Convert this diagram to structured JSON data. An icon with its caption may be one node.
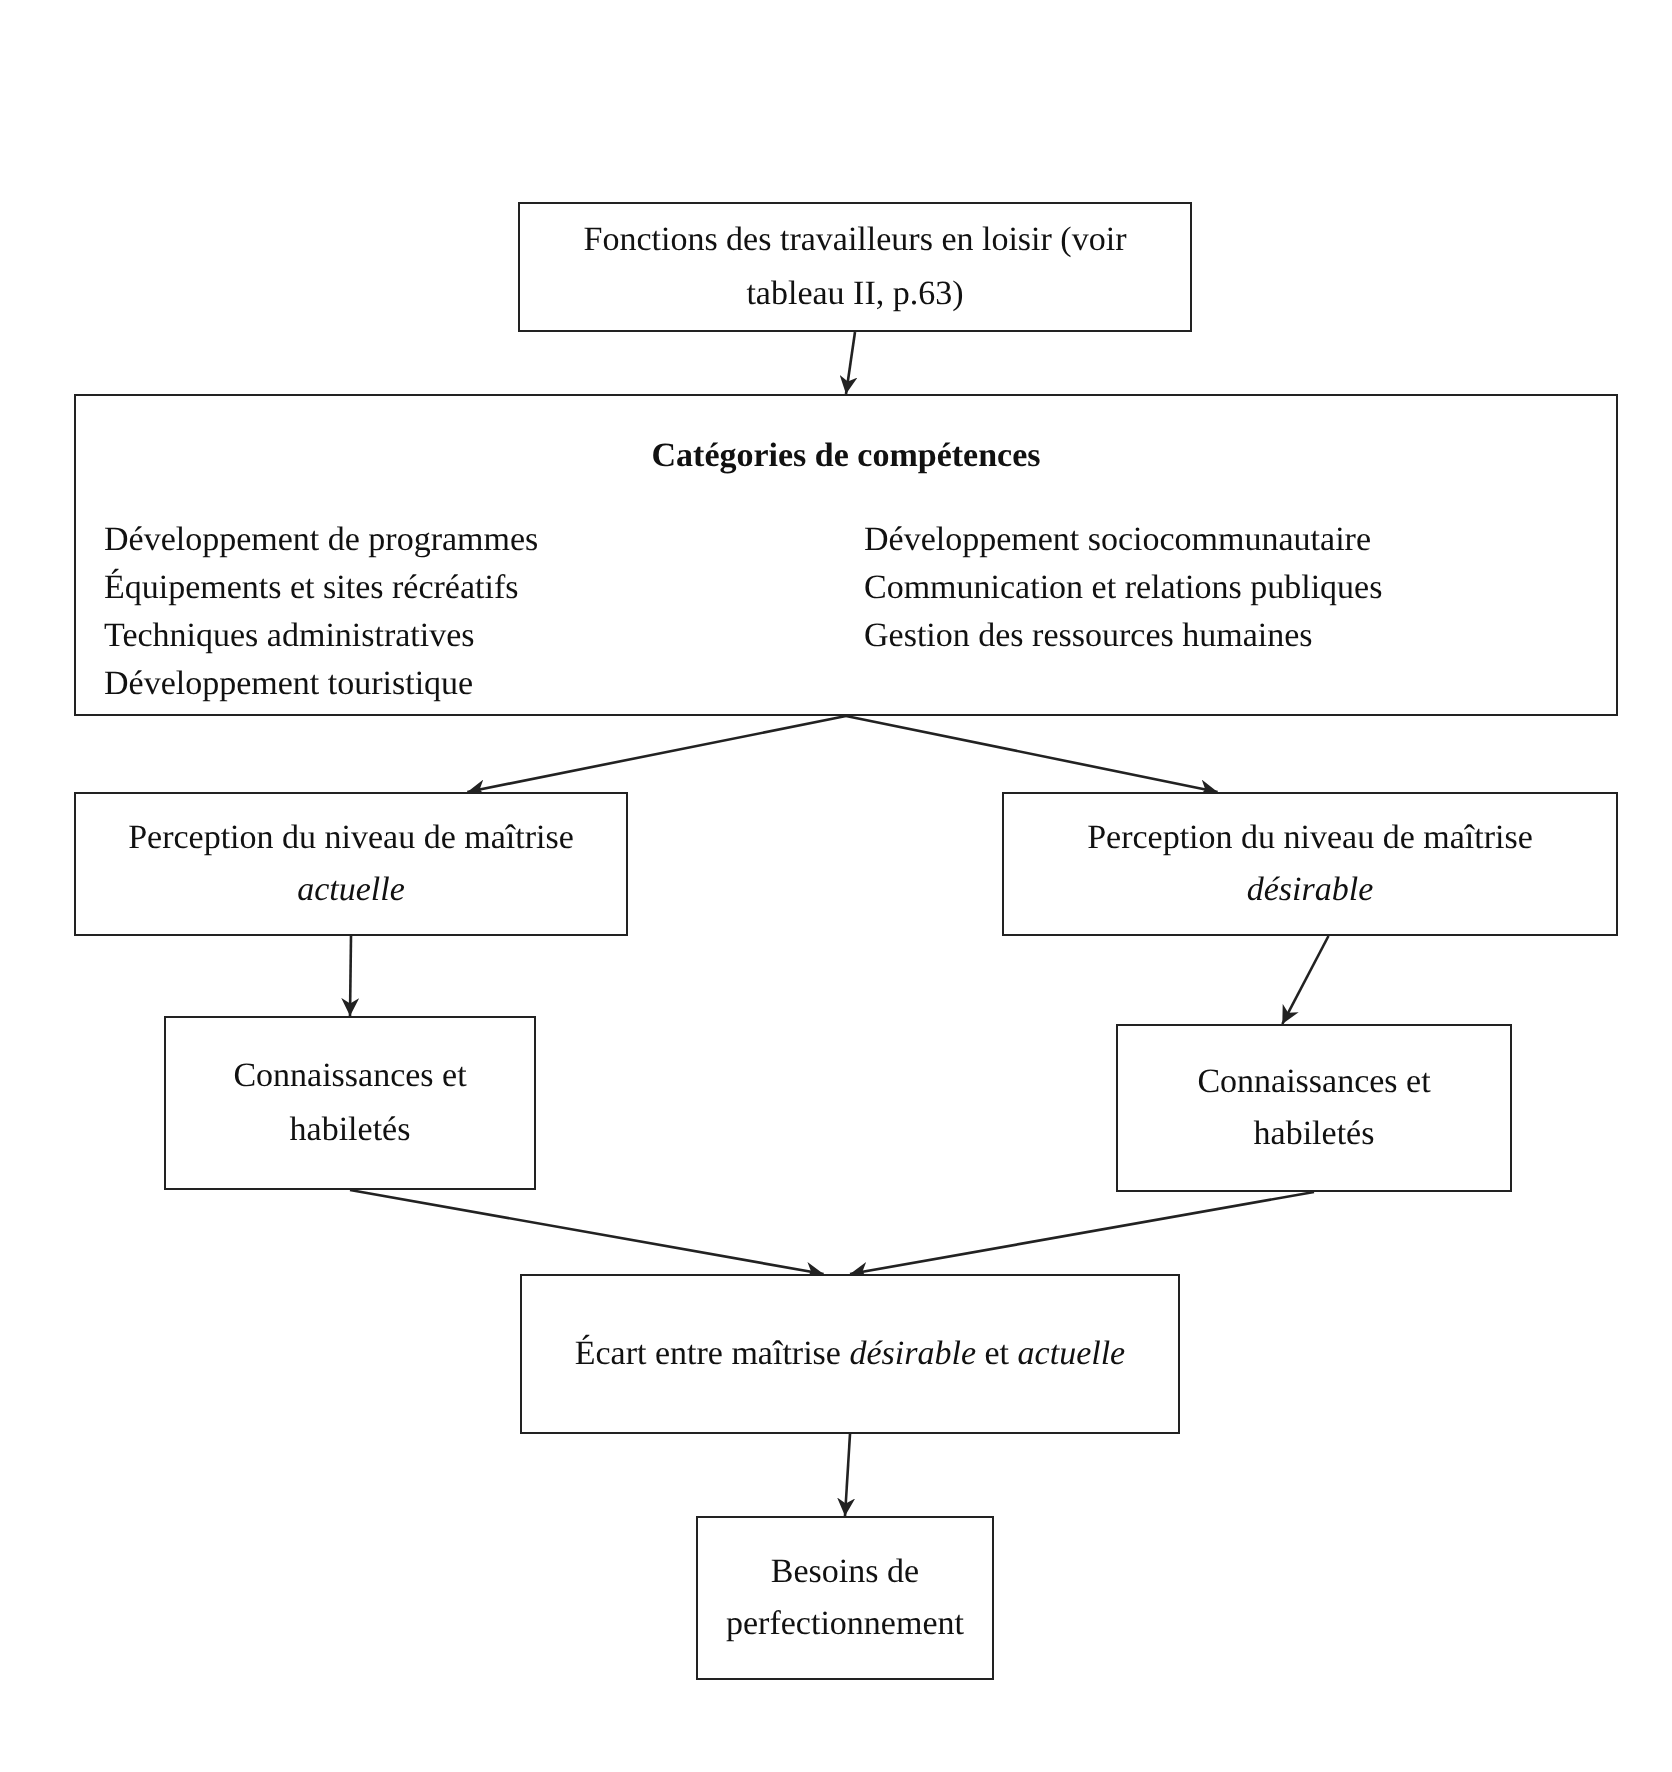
{
  "diagram": {
    "nodes": [
      {
        "text": [
          "Fonctions des travailleurs en loisir (voir tableau II, p.63)"
        ]
      },
      {
        "text": [
          "Catégories de compétences",
          "Développement de programmes",
          "Équipements et sites récréatifs",
          "Techniques administratives",
          "Développement touristique",
          "Développement sociocommunautaire",
          "Communication et relations publiques",
          "Gestion des ressources humaines"
        ]
      },
      {
        "text": [
          "Perception du niveau de maîtrise *actuelle*"
        ]
      },
      {
        "text": [
          "Perception du niveau de maîtrise *désirable*"
        ]
      },
      {
        "text": [
          "Connaissances et habiletés"
        ]
      },
      {
        "text": [
          "Connaissances et habiletés"
        ]
      },
      {
        "text": [
          "Écart entre maîtrise *désirable* et *actuelle*"
        ]
      },
      {
        "text": [
          "Besoins de perfectionnement"
        ]
      }
    ],
    "edges": [
      {
        "from": 0,
        "to": 1,
        "arrow": "to"
      },
      {
        "from": 1,
        "to": 2,
        "arrow": "to"
      },
      {
        "from": 1,
        "to": 3,
        "arrow": "to"
      },
      {
        "from": 2,
        "to": 4,
        "arrow": "to"
      },
      {
        "from": 3,
        "to": 5,
        "arrow": "to"
      },
      {
        "from": 4,
        "to": 6,
        "arrow": "to"
      },
      {
        "from": 5,
        "to": 6,
        "arrow": "to"
      },
      {
        "from": 6,
        "to": 7,
        "arrow": "to"
      }
    ]
  }
}
